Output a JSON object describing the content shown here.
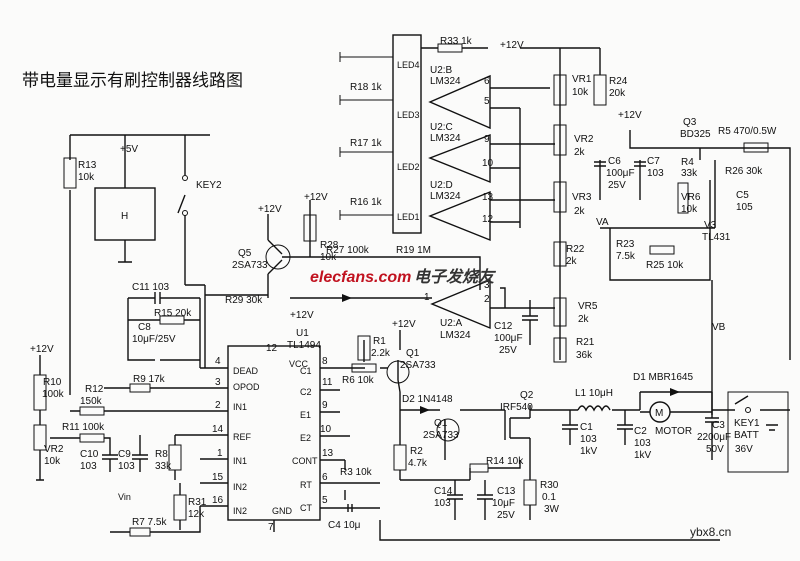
{
  "title": "带电量显示有刷控制器线路图",
  "rails": {
    "plus5v": "+5V",
    "plus12v": "+12V"
  },
  "components": {
    "hall": "H"
  },
  "nodes": {
    "va": "VA",
    "vb": "VB",
    "vin": "Vin"
  },
  "parts": {
    "r13": {
      "ref": "R13",
      "val": "10k"
    },
    "key2": "KEY2",
    "led1": "LED1",
    "led2": "LED2",
    "led3": "LED3",
    "led4": "LED4",
    "r33": "R33  1k",
    "r18": "R18  1k",
    "r17": "R17  1k",
    "r16": "R16  1k",
    "u2a": "U2:A",
    "u2b": "U2:B",
    "u2c": "U2:C",
    "u2d": "U2:D",
    "lm324": "LM324",
    "vr1": {
      "ref": "VR1",
      "val": "10k"
    },
    "vr2t": {
      "ref": "VR2",
      "val": "2k"
    },
    "vr3": {
      "ref": "VR3",
      "val": "2k"
    },
    "r24": {
      "ref": "R24",
      "val": "20k"
    },
    "r22": {
      "ref": "R22",
      "val": "2k"
    },
    "vr5": {
      "ref": "VR5",
      "val": "2k"
    },
    "r21": {
      "ref": "R21",
      "val": "36k"
    },
    "c12": {
      "ref": "C12",
      "val": "100μF",
      "volt": "25V"
    },
    "q3": {
      "ref": "Q3",
      "type": "BD325"
    },
    "r5": "R5  470/0.5W",
    "c6": {
      "ref": "C6",
      "val": "100μF",
      "volt": "25V"
    },
    "c7": {
      "ref": "C7",
      "val": "103"
    },
    "r4": {
      "ref": "R4",
      "val": "33k"
    },
    "r26": "R26  30k",
    "c5": {
      "ref": "C5",
      "val": "105"
    },
    "vr6": {
      "ref": "VR6",
      "val": "10k"
    },
    "v3": {
      "ref": "V3",
      "type": "TL431"
    },
    "r23": {
      "ref": "R23",
      "val": "7.5k"
    },
    "r25": "R25  10k",
    "q5": {
      "ref": "Q5",
      "type": "2SA733"
    },
    "r28": {
      "ref": "R28",
      "val": "10k"
    },
    "r27": "R27  100k",
    "r19": "R19  1M",
    "r29": "R29  30k",
    "c11": "C11  103",
    "r15": "R15  20k",
    "c8": {
      "ref": "C8",
      "val": "10μF/25V"
    },
    "u1": {
      "ref": "U1",
      "type": "TL1494"
    },
    "r12": {
      "ref": "R12",
      "val": "150k"
    },
    "r9": "R9  17k",
    "r11": "R11  100k",
    "r10": {
      "ref": "R10",
      "val": "100k"
    },
    "vr2": {
      "ref": "VR2",
      "val": "10k"
    },
    "c10": {
      "ref": "C10",
      "val": "103"
    },
    "c9": {
      "ref": "C9",
      "val": "103"
    },
    "r8": {
      "ref": "R8",
      "val": "33k"
    },
    "r31": {
      "ref": "R31",
      "val": "12k"
    },
    "r7": "R7  7.5k",
    "r1": {
      "ref": "R1",
      "val": "2.2k"
    },
    "r6": "R6  10k",
    "q1a": {
      "ref": "Q1",
      "type": "2SA733"
    },
    "d2": "D2  1N4148",
    "q1b": {
      "ref": "Q1",
      "type": "2SA733"
    },
    "r2": {
      "ref": "R2",
      "val": "4.7k"
    },
    "q2": {
      "ref": "Q2",
      "type": "IRF540"
    },
    "r14": "R14  10k",
    "c14": {
      "ref": "C14",
      "val": "103"
    },
    "c13": {
      "ref": "C13",
      "val": "10μF",
      "volt": "25V"
    },
    "r30": {
      "ref": "R30",
      "val": "0.1",
      "rating": "3W"
    },
    "c4": "C4  10μ",
    "r3": "R3  10k",
    "l1": "L1  10μH",
    "c1": {
      "ref": "C1",
      "val": "103",
      "volt": "1kV"
    },
    "c2": {
      "ref": "C2",
      "val": "103",
      "volt": "1kV"
    },
    "d1": "D1  MBR1645",
    "motor_symbol": "M",
    "motor": "MOTOR",
    "c3": {
      "ref": "C3",
      "val": "2200μF",
      "volt": "50V"
    },
    "key1": "KEY1",
    "batt": "BATT",
    "batt_volt": "36V"
  },
  "u1_pins": {
    "vcc": "VCC",
    "dead": "DEAD",
    "opod": "OPOD",
    "in1": "IN1",
    "ref": "REF",
    "in2": "IN2",
    "gnd": "GND",
    "c1": "C1",
    "c2": "C2",
    "e1": "E1",
    "e2": "E2",
    "cont": "CONT",
    "rt": "RT",
    "ct": "CT"
  },
  "pins": {
    "p1": "1",
    "p2": "2",
    "p3": "3",
    "p4": "4",
    "p5": "5",
    "p6": "6",
    "p7": "7",
    "p8": "8",
    "p9": "9",
    "p10": "10",
    "p11": "11",
    "p12": "12",
    "p13": "13",
    "p14": "14",
    "p15": "15",
    "p16": "16"
  },
  "watermark": {
    "site": "elecfans.com",
    "cn": "电子发烧友"
  },
  "footer": {
    "source": "ybx8.cn"
  }
}
